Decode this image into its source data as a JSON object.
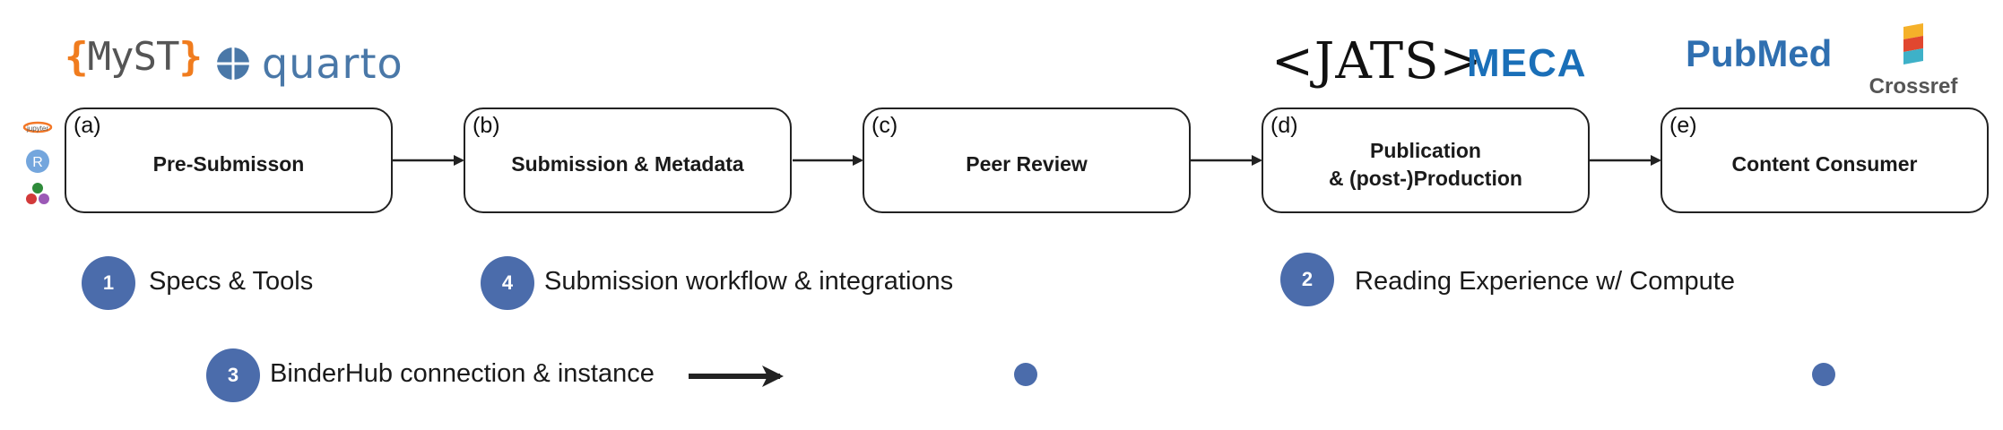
{
  "logos": {
    "myst": "MyST",
    "quarto": "quarto",
    "jats": "<JATS>",
    "meca": "MECA",
    "pubmed": "PubMed",
    "crossref": "Crossref"
  },
  "side_icons": [
    "jupyter-icon",
    "r-icon",
    "colab-dots-icon"
  ],
  "stages": [
    {
      "tag": "(a)",
      "title": "Pre-Submisson"
    },
    {
      "tag": "(b)",
      "title": "Submission & Metadata"
    },
    {
      "tag": "(c)",
      "title": "Peer Review"
    },
    {
      "tag": "(d)",
      "title": "Publication\n& (post-)Production"
    },
    {
      "tag": "(e)",
      "title": "Content Consumer"
    }
  ],
  "legend": [
    {
      "number": "1",
      "label": "Specs & Tools"
    },
    {
      "number": "4",
      "label": "Submission workflow & integrations"
    },
    {
      "number": "2",
      "label": "Reading Experience w/ Compute"
    },
    {
      "number": "3",
      "label": "BinderHub connection & instance"
    }
  ],
  "colors": {
    "accent": "#4b6cab",
    "border": "#222222",
    "myst_brace": "#f07c1e",
    "meca": "#1a6fb8",
    "pubmed": "#2f6fb0"
  }
}
